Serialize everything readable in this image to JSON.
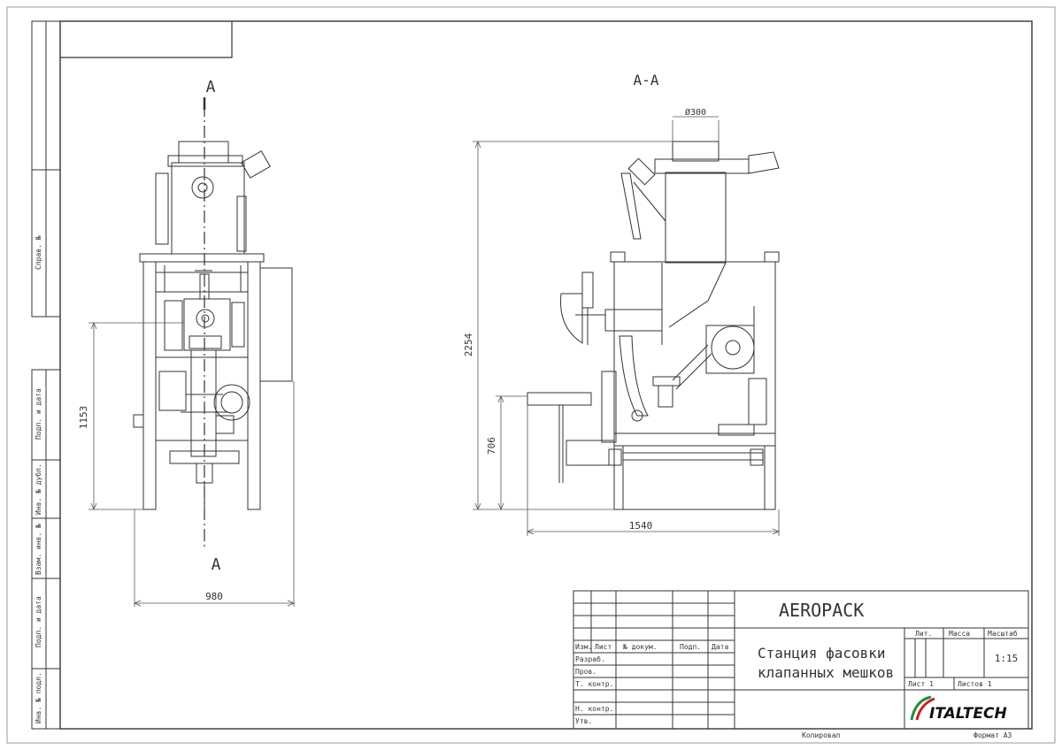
{
  "drawing": {
    "section_view_label": "А-А",
    "section_marker_top": "А",
    "section_marker_bottom": "А",
    "dimensions": {
      "front_height": "1153",
      "front_width": "980",
      "side_total_height": "2254",
      "side_table_height": "706",
      "side_width": "1540",
      "pipe_diameter": "Ø300"
    }
  },
  "side_strip": {
    "sprav": "Справ. №",
    "podp_data_1": "Подп. и дата",
    "inv_dubl": "Инв. № дубл.",
    "vzam_inv": "Взам. инв. №",
    "podp_data_2": "Подп. и дата",
    "inv_podl": "Инв. № подл."
  },
  "title_block": {
    "product": "AEROPACK",
    "name_line1": "Станция фасовки",
    "name_line2": "клапанных мешков",
    "col_izm": "Изм.",
    "col_list": "Лист",
    "col_doc": "№ докум.",
    "col_podp": "Подп.",
    "col_data": "Дата",
    "row_razrab": "Разраб.",
    "row_prov": "Пров.",
    "row_tkontr": "Т. контр.",
    "row_nkontr": "Н. контр.",
    "row_utv": "Утв.",
    "lit": "Лит.",
    "massa": "Масса",
    "masshtab": "Масштаб",
    "scale_value": "1:15",
    "list": "Лист 1",
    "listov": "Листов 1",
    "brand": "ITALTECH",
    "copied": "Копировал",
    "format": "Формат A3"
  },
  "colors": {
    "line": "#333333",
    "thin": "#555555",
    "brand_red": "#c8202a",
    "brand_green": "#2a8a3a"
  }
}
